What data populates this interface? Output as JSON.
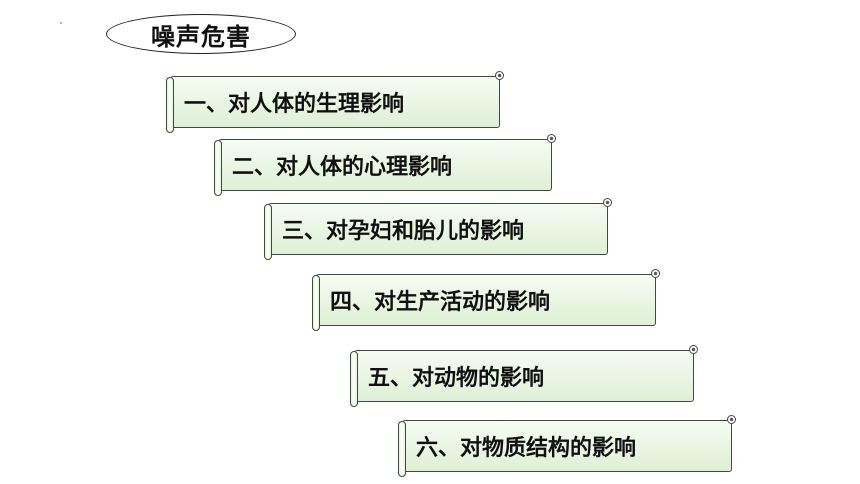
{
  "title": "噪声危害",
  "items": [
    {
      "label": "一、对人体的生理影响"
    },
    {
      "label": "二、对人体的心理影响"
    },
    {
      "label": "三、对孕妇和胎儿的影响"
    },
    {
      "label": "四、对生产活动的影响"
    },
    {
      "label": "五、对动物的影响"
    },
    {
      "label": "六、对物质结构的影响"
    }
  ],
  "colors": {
    "scroll_fill": "#e8f4e1",
    "scroll_border": "#3f4a3a",
    "text": "#111111"
  }
}
